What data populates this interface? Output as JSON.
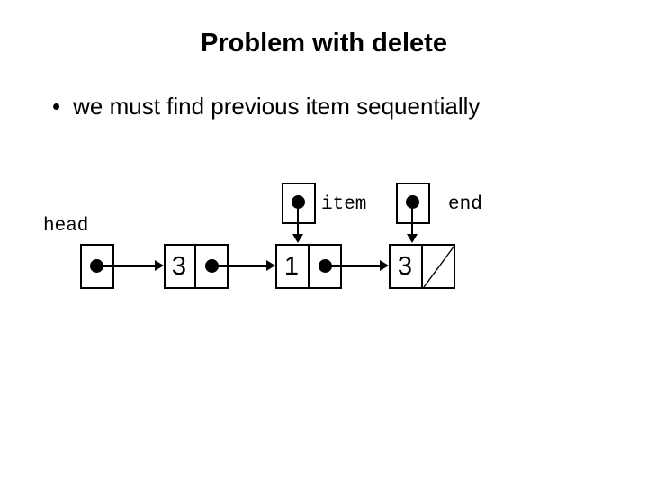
{
  "slide": {
    "title": "Problem with delete",
    "bullet": {
      "marker": "•",
      "text": "we must find previous item sequentially"
    },
    "background_color": "#ffffff",
    "foreground_color": "#000000"
  },
  "diagram": {
    "type": "singly-linked-list",
    "labels": {
      "head": "head",
      "item": "item",
      "end": "end"
    },
    "head_pointer": {
      "label": "head",
      "has_dot": true,
      "points_to": "node-1"
    },
    "nodes": [
      {
        "id": "node-1",
        "value": "3",
        "next_pointer_dot": true,
        "next": "node-2",
        "is_null_terminated": false
      },
      {
        "id": "node-2",
        "value": "1",
        "next_pointer_dot": true,
        "next": "node-3",
        "is_null_terminated": false
      },
      {
        "id": "node-3",
        "value": "3",
        "next_pointer_dot": false,
        "next": null,
        "is_null_terminated": true
      }
    ],
    "pointer_variables": [
      {
        "name": "item",
        "label": "item",
        "has_dot": true,
        "points_to": "node-2"
      },
      {
        "name": "end",
        "label": "end",
        "has_dot": true,
        "points_to": "node-3"
      }
    ]
  }
}
